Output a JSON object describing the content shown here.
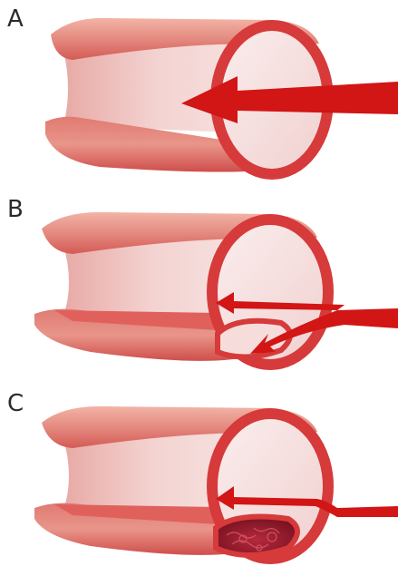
{
  "panels": [
    {
      "label": "A"
    },
    {
      "label": "B"
    },
    {
      "label": "C"
    }
  ],
  "colors": {
    "vessel_outer": "#d9504b",
    "vessel_rim": "#d63a3a",
    "vessel_inner_light": "#f6dede",
    "vessel_inner_mid": "#ecc1bf",
    "vessel_top": "#e8958a",
    "arrow": "#d21515",
    "clot": "#8e1325"
  }
}
